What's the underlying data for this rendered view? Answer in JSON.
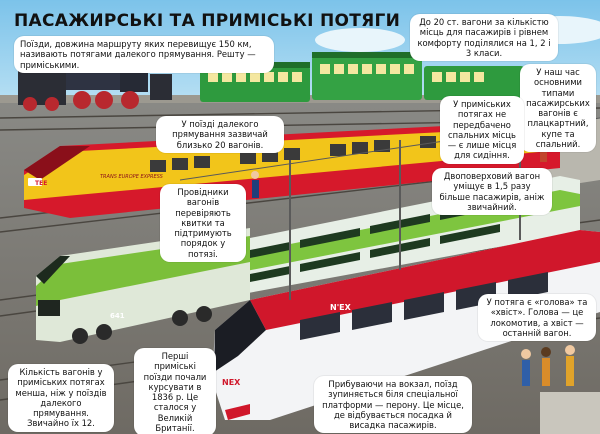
{
  "title": "ПАСАЖИРСЬКІ ТА ПРИМІСЬКІ ПОТЯГИ",
  "bubbles": {
    "intro": "Поїзди, довжина маршруту яких перевищує 150 км, називають потягами далекого прямування. Решту — приміськими.",
    "cars20": "До 20 ст. вагони за кількістю місць для пасажирів і рівнем комфорту поділялися на 1, 2 і 3 класи.",
    "main_types": "У наш час основними типами пасажирських вагонів є плацкартний, купе та спальний.",
    "long_20": "У поїзді далекого прямування зазвичай близько 20 вагонів.",
    "suburban_seats": "У приміських потягах не передбачено спальних місць — є лише місця для сидіння.",
    "conductors": "Провідники вагонів перевіряють квитки та підтримують порядок у потязі.",
    "double_deck": "Двоповерховий вагон уміщує в 1,5 разу більше пасажирів, аніж звичайний.",
    "head_tail": "У потяга є «голова» та «хвіст». Голова — це локомотив, а хвіст — останній вагон.",
    "car_count": "Кількість вагонів у приміських потягах менша, ніж у поїздів далекого прямування. Звичайно їх 12.",
    "first_trains": "Перші приміські поїзди почали курсувати в 1836 р. Це сталося у Великій Британії.",
    "platform": "Прибуваючи на вокзал, поїзд зупиняється біля спеціальної платформи — перону. Це місце, де відбувається посадка й висадка пасажирів."
  },
  "train_labels": {
    "tee_logo": "TEE",
    "tee_text": "TRANS EUROPE EXPRESS",
    "diesel_number": "641",
    "nex_badge": "N'EX",
    "nex_nose": "NEX"
  },
  "colors": {
    "sky": "#a8d8ef",
    "title_banner": "#ffffff",
    "tee_red": "#d6192b",
    "tee_yellow": "#f2c51a",
    "green_car": "#2e9a3e",
    "diesel_green": "#7bbf3a",
    "nex_red": "#d0172b"
  }
}
